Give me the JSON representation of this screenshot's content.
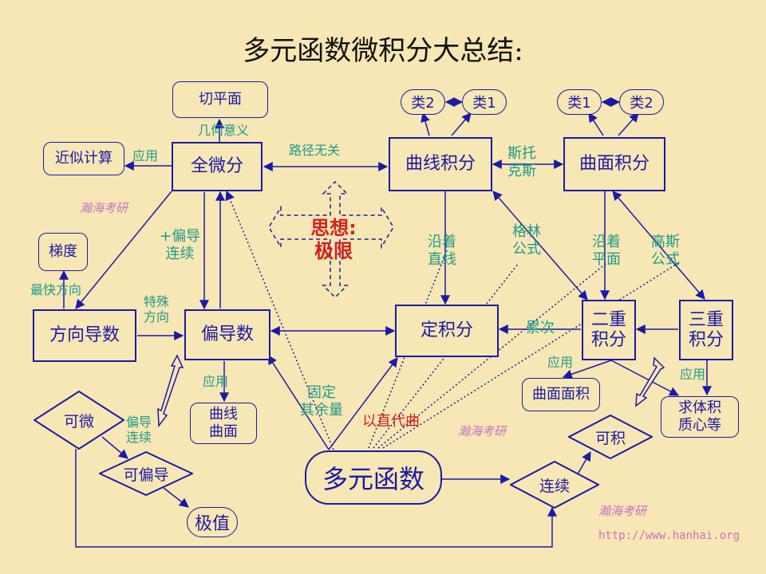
{
  "title": "多元函数微积分大总结:",
  "nodes": {
    "qiepingmian": "切平面",
    "jinsijisuan": "近似计算",
    "quanweifen": "全微分",
    "tidu": "梯度",
    "fangxiangdaoshu": "方向导数",
    "piandaoshu": "偏导数",
    "quxianqumian": "曲线\n曲面",
    "quxianjifen": "曲线积分",
    "qumianjifen": "曲面积分",
    "dingjifen": "定积分",
    "erchongjifen": "二重\n积分",
    "sanchongjifen": "三重\n积分",
    "qumianmianji": "曲面面积",
    "qiutiji": "求体积\n质心等",
    "duoyuanhanshu": "多元函数",
    "kewei": "可微",
    "kepiandao": "可偏导",
    "jizhi": "极值",
    "lianxu": "连续",
    "keji": "可积",
    "lei2_a": "类2",
    "lei1_a": "类1",
    "lei1_b": "类1",
    "lei2_b": "类2"
  },
  "labels": {
    "jihe_yiyi": "几何意义",
    "yingyong_1": "应用",
    "lujing_wuguan": "路径无关",
    "sitoke": "斯托\n克斯",
    "pian_dao_lianxu": "+偏导\n连续",
    "zuikuai_fangxiang": "最快方向",
    "teshu_fangxiang": "特殊\n方向",
    "yan_zhixian": "沿着\n直线",
    "gelin_gongshi": "格林\n公式",
    "yan_pingmian": "沿着\n平面",
    "gaosi_gongshi": "高斯\n公式",
    "leici": "累次",
    "yingyong_2": "应用",
    "yingyong_3": "应用",
    "yingyong_4": "应用",
    "guding_qiyuliang": "固定\n其余量",
    "piandao_lianxu": "偏导\n连续",
    "yizhi_daiqu": "以直代曲"
  },
  "idea": "思想:\n极限",
  "watermarks": [
    "瀚海考研",
    "瀚海考研",
    "瀚海考研"
  ],
  "url": "http://www.hanhai.org",
  "colors": {
    "background": "#f6e7b4",
    "node": "#1a1aa8",
    "label": "#1f9a8a",
    "idea": "#d32020",
    "watermark": "#c872c4"
  }
}
